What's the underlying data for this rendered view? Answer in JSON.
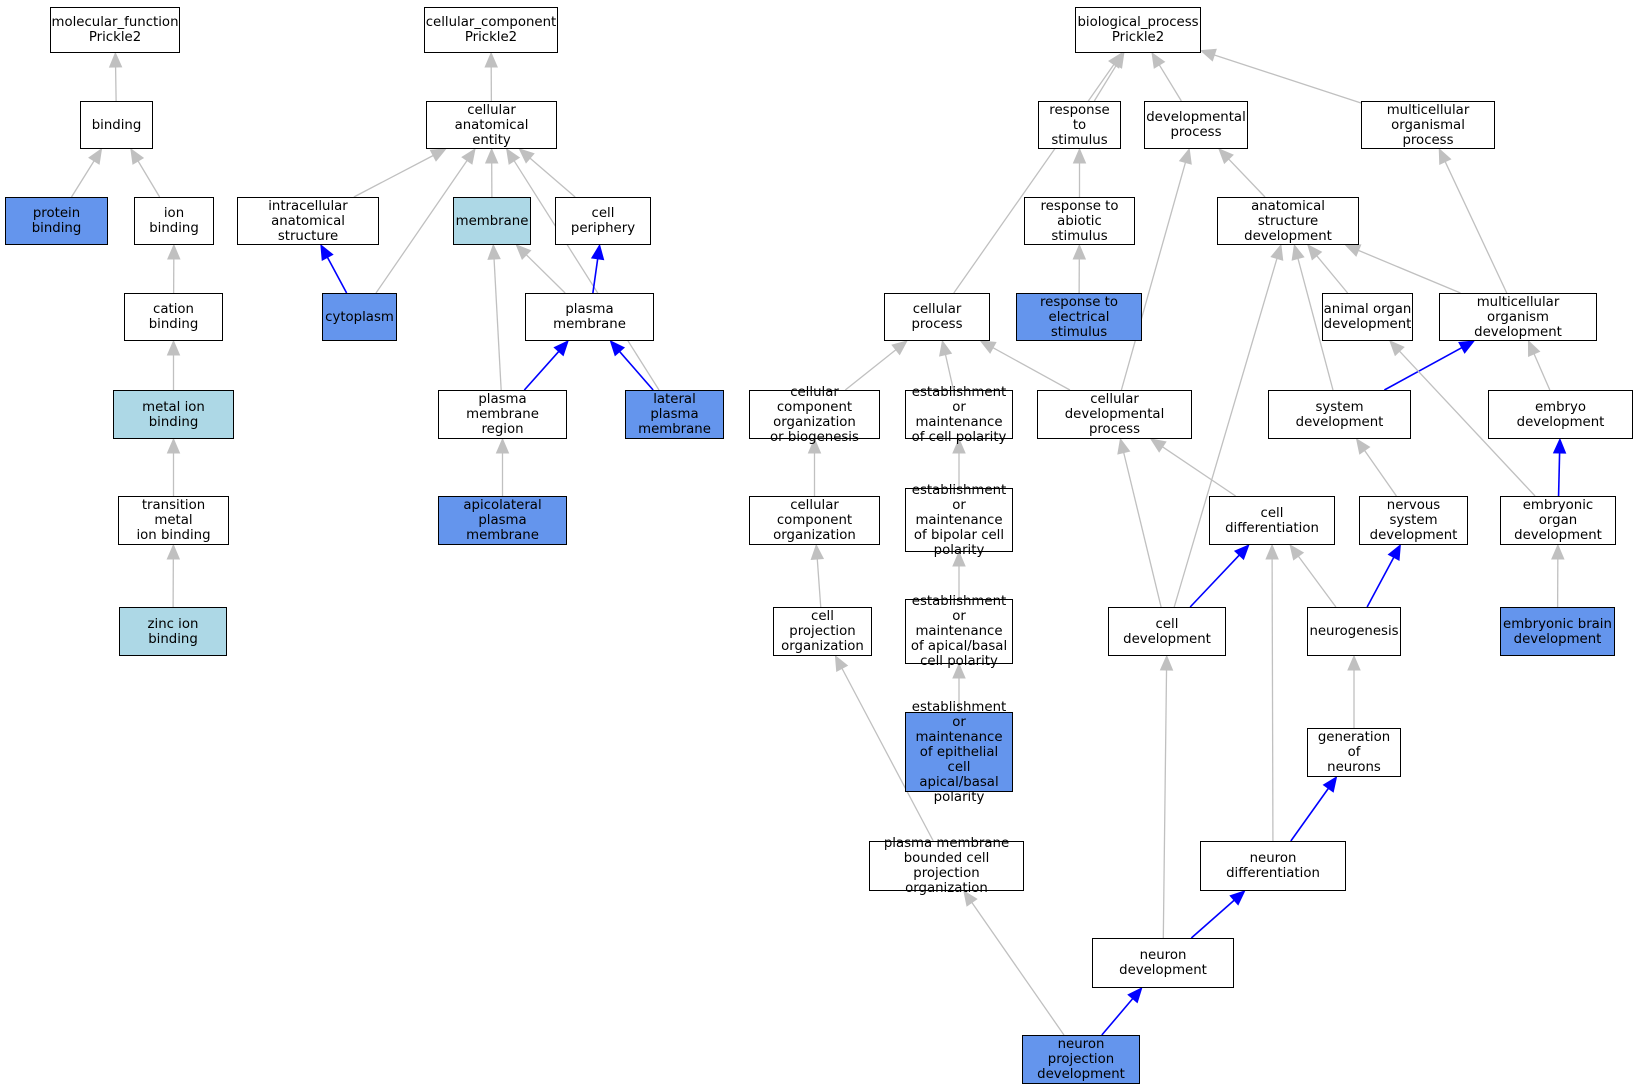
{
  "colors": {
    "edge_default": "#c0c0c0",
    "edge_highlight": "#0000ff",
    "fill_plain": "#ffffff",
    "fill_blue": "#6495ed",
    "fill_light": "#add8e6"
  },
  "nodes": {
    "mf_root": {
      "label": "molecular_function\nPrickle2",
      "fill": "plain"
    },
    "binding": {
      "label": "binding",
      "fill": "plain"
    },
    "protein_binding": {
      "label": "protein binding",
      "fill": "blue"
    },
    "ion_binding": {
      "label": "ion binding",
      "fill": "plain"
    },
    "cation_binding": {
      "label": "cation binding",
      "fill": "plain"
    },
    "metal_ion_binding": {
      "label": "metal ion binding",
      "fill": "light"
    },
    "transition_metal": {
      "label": "transition metal\nion binding",
      "fill": "plain"
    },
    "zinc_ion_binding": {
      "label": "zinc ion binding",
      "fill": "light"
    },
    "cc_root": {
      "label": "cellular_component\nPrickle2",
      "fill": "plain"
    },
    "cell_anat_entity": {
      "label": "cellular anatomical\nentity",
      "fill": "plain"
    },
    "intracellular": {
      "label": "intracellular\nanatomical structure",
      "fill": "plain"
    },
    "membrane": {
      "label": "membrane",
      "fill": "light"
    },
    "cell_periphery": {
      "label": "cell periphery",
      "fill": "plain"
    },
    "cytoplasm": {
      "label": "cytoplasm",
      "fill": "blue"
    },
    "plasma_membrane": {
      "label": "plasma membrane",
      "fill": "plain"
    },
    "pm_region": {
      "label": "plasma membrane\nregion",
      "fill": "plain"
    },
    "lateral_pm": {
      "label": "lateral plasma\nmembrane",
      "fill": "blue"
    },
    "apicolateral_pm": {
      "label": "apicolateral\nplasma membrane",
      "fill": "blue"
    },
    "bp_root": {
      "label": "biological_process\nPrickle2",
      "fill": "plain"
    },
    "response_stimulus": {
      "label": "response to\nstimulus",
      "fill": "plain"
    },
    "developmental_process": {
      "label": "developmental\nprocess",
      "fill": "plain"
    },
    "multicellular_process": {
      "label": "multicellular\norganismal process",
      "fill": "plain"
    },
    "response_abiotic": {
      "label": "response to\nabiotic stimulus",
      "fill": "plain"
    },
    "anat_struct_dev": {
      "label": "anatomical structure\ndevelopment",
      "fill": "plain"
    },
    "response_electrical": {
      "label": "response to\nelectrical stimulus",
      "fill": "blue"
    },
    "cellular_process": {
      "label": "cellular process",
      "fill": "plain"
    },
    "animal_organ_dev": {
      "label": "animal organ\ndevelopment",
      "fill": "plain"
    },
    "multicellular_org_dev": {
      "label": "multicellular\norganism development",
      "fill": "plain"
    },
    "cc_org_biogenesis": {
      "label": "cellular component\norganization\nor biogenesis",
      "fill": "plain"
    },
    "est_cell_polarity": {
      "label": "establishment\nor maintenance\nof cell polarity",
      "fill": "plain"
    },
    "cell_dev_process": {
      "label": "cellular developmental\nprocess",
      "fill": "plain"
    },
    "system_dev": {
      "label": "system development",
      "fill": "plain"
    },
    "embryo_dev": {
      "label": "embryo development",
      "fill": "plain"
    },
    "cc_org": {
      "label": "cellular component\norganization",
      "fill": "plain"
    },
    "est_bipolar": {
      "label": "establishment\nor maintenance\nof bipolar cell\npolarity",
      "fill": "plain"
    },
    "cell_differentiation": {
      "label": "cell differentiation",
      "fill": "plain"
    },
    "nervous_system_dev": {
      "label": "nervous system\ndevelopment",
      "fill": "plain"
    },
    "embryonic_organ_dev": {
      "label": "embryonic organ\ndevelopment",
      "fill": "plain"
    },
    "cell_projection_org": {
      "label": "cell projection\norganization",
      "fill": "plain"
    },
    "est_apical_basal": {
      "label": "establishment\nor maintenance\nof apical/basal\ncell polarity",
      "fill": "plain"
    },
    "cell_development": {
      "label": "cell development",
      "fill": "plain"
    },
    "neurogenesis": {
      "label": "neurogenesis",
      "fill": "plain"
    },
    "embryonic_brain_dev": {
      "label": "embryonic brain\ndevelopment",
      "fill": "blue"
    },
    "est_epithelial": {
      "label": "establishment\nor maintenance\nof epithelial\ncell apical/basal\npolarity",
      "fill": "blue"
    },
    "generation_neurons": {
      "label": "generation of\nneurons",
      "fill": "plain"
    },
    "pm_bounded_proj_org": {
      "label": "plasma membrane\nbounded cell\nprojection organization",
      "fill": "plain"
    },
    "neuron_differentiation": {
      "label": "neuron differentiation",
      "fill": "plain"
    },
    "neuron_development": {
      "label": "neuron development",
      "fill": "plain"
    },
    "neuron_proj_dev": {
      "label": "neuron projection\ndevelopment",
      "fill": "blue"
    }
  },
  "edges": [
    {
      "from": "binding",
      "to": "mf_root",
      "highlight": false
    },
    {
      "from": "protein_binding",
      "to": "binding",
      "highlight": false
    },
    {
      "from": "ion_binding",
      "to": "binding",
      "highlight": false
    },
    {
      "from": "cation_binding",
      "to": "ion_binding",
      "highlight": false
    },
    {
      "from": "metal_ion_binding",
      "to": "cation_binding",
      "highlight": false
    },
    {
      "from": "transition_metal",
      "to": "metal_ion_binding",
      "highlight": false
    },
    {
      "from": "zinc_ion_binding",
      "to": "transition_metal",
      "highlight": false
    },
    {
      "from": "cell_anat_entity",
      "to": "cc_root",
      "highlight": false
    },
    {
      "from": "intracellular",
      "to": "cell_anat_entity",
      "highlight": false
    },
    {
      "from": "membrane",
      "to": "cell_anat_entity",
      "highlight": false
    },
    {
      "from": "cell_periphery",
      "to": "cell_anat_entity",
      "highlight": false
    },
    {
      "from": "cytoplasm",
      "to": "cell_anat_entity",
      "highlight": false
    },
    {
      "from": "lateral_pm",
      "to": "cell_anat_entity",
      "highlight": false
    },
    {
      "from": "cytoplasm",
      "to": "intracellular",
      "highlight": true
    },
    {
      "from": "plasma_membrane",
      "to": "membrane",
      "highlight": false
    },
    {
      "from": "plasma_membrane",
      "to": "cell_periphery",
      "highlight": true
    },
    {
      "from": "pm_region",
      "to": "membrane",
      "highlight": false
    },
    {
      "from": "pm_region",
      "to": "plasma_membrane",
      "highlight": true
    },
    {
      "from": "lateral_pm",
      "to": "plasma_membrane",
      "highlight": true
    },
    {
      "from": "apicolateral_pm",
      "to": "pm_region",
      "highlight": false
    },
    {
      "from": "response_stimulus",
      "to": "bp_root",
      "highlight": false
    },
    {
      "from": "developmental_process",
      "to": "bp_root",
      "highlight": false
    },
    {
      "from": "multicellular_process",
      "to": "bp_root",
      "highlight": false
    },
    {
      "from": "cellular_process",
      "to": "bp_root",
      "highlight": false
    },
    {
      "from": "response_abiotic",
      "to": "response_stimulus",
      "highlight": false
    },
    {
      "from": "response_electrical",
      "to": "response_abiotic",
      "highlight": false
    },
    {
      "from": "anat_struct_dev",
      "to": "developmental_process",
      "highlight": false
    },
    {
      "from": "cell_dev_process",
      "to": "developmental_process",
      "highlight": false
    },
    {
      "from": "animal_organ_dev",
      "to": "anat_struct_dev",
      "highlight": false
    },
    {
      "from": "multicellular_org_dev",
      "to": "anat_struct_dev",
      "highlight": false
    },
    {
      "from": "system_dev",
      "to": "anat_struct_dev",
      "highlight": false
    },
    {
      "from": "cell_development",
      "to": "anat_struct_dev",
      "highlight": false
    },
    {
      "from": "multicellular_org_dev",
      "to": "multicellular_process",
      "highlight": false
    },
    {
      "from": "system_dev",
      "to": "multicellular_org_dev",
      "highlight": true
    },
    {
      "from": "embryo_dev",
      "to": "multicellular_org_dev",
      "highlight": false
    },
    {
      "from": "embryonic_organ_dev",
      "to": "animal_organ_dev",
      "highlight": false
    },
    {
      "from": "embryonic_organ_dev",
      "to": "embryo_dev",
      "highlight": true
    },
    {
      "from": "embryonic_brain_dev",
      "to": "embryonic_organ_dev",
      "highlight": false
    },
    {
      "from": "cc_org_biogenesis",
      "to": "cellular_process",
      "highlight": false
    },
    {
      "from": "est_cell_polarity",
      "to": "cellular_process",
      "highlight": false
    },
    {
      "from": "cell_dev_process",
      "to": "cellular_process",
      "highlight": false
    },
    {
      "from": "cc_org",
      "to": "cc_org_biogenesis",
      "highlight": false
    },
    {
      "from": "cell_projection_org",
      "to": "cc_org",
      "highlight": false
    },
    {
      "from": "pm_bounded_proj_org",
      "to": "cell_projection_org",
      "highlight": false
    },
    {
      "from": "est_bipolar",
      "to": "est_cell_polarity",
      "highlight": false
    },
    {
      "from": "est_apical_basal",
      "to": "est_bipolar",
      "highlight": false
    },
    {
      "from": "est_epithelial",
      "to": "est_apical_basal",
      "highlight": false
    },
    {
      "from": "cell_differentiation",
      "to": "cell_dev_process",
      "highlight": false
    },
    {
      "from": "cell_development",
      "to": "cell_dev_process",
      "highlight": false
    },
    {
      "from": "cell_development",
      "to": "cell_differentiation",
      "highlight": true
    },
    {
      "from": "neurogenesis",
      "to": "cell_differentiation",
      "highlight": false
    },
    {
      "from": "neurogenesis",
      "to": "nervous_system_dev",
      "highlight": true
    },
    {
      "from": "nervous_system_dev",
      "to": "system_dev",
      "highlight": false
    },
    {
      "from": "generation_neurons",
      "to": "neurogenesis",
      "highlight": false
    },
    {
      "from": "neuron_differentiation",
      "to": "generation_neurons",
      "highlight": true
    },
    {
      "from": "neuron_differentiation",
      "to": "cell_differentiation",
      "highlight": false
    },
    {
      "from": "neuron_development",
      "to": "neuron_differentiation",
      "highlight": true
    },
    {
      "from": "neuron_development",
      "to": "cell_development",
      "highlight": false
    },
    {
      "from": "neuron_proj_dev",
      "to": "neuron_development",
      "highlight": true
    },
    {
      "from": "neuron_proj_dev",
      "to": "pm_bounded_proj_org",
      "highlight": false
    }
  ]
}
